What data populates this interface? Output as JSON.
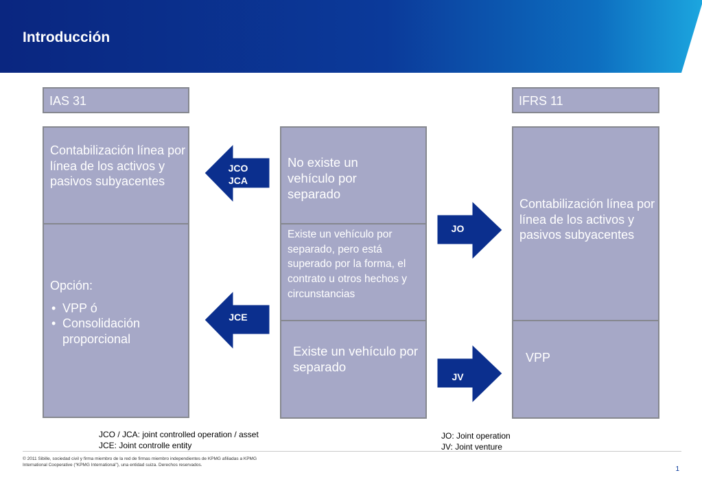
{
  "header": {
    "title": "Introducción"
  },
  "columns": {
    "left_title": "IAS 31",
    "right_title": "IFRS 11"
  },
  "left": {
    "top_text": "Contabilización línea por línea de los activos y pasivos subyacentes",
    "option_title": "Opción:",
    "options": [
      "VPP ó",
      "Consolidación proporcional"
    ]
  },
  "middle": {
    "top_text": "No existe un vehículo por separado",
    "mid_text": "Existe un vehículo por separado, pero está superado por la forma, el contrato u otros hechos y circunstancias",
    "bottom_text": "Existe un vehículo por separado"
  },
  "right": {
    "top_text": "Contabilización línea por línea de los activos y pasivos subyacentes",
    "bottom_text": "VPP"
  },
  "arrows": {
    "jco_line1": "JCO",
    "jco_line2": "JCA",
    "jce": "JCE",
    "jo": "JO",
    "jv": "JV"
  },
  "notes": {
    "left_line1": "JCO / JCA: joint controlled operation / asset",
    "left_line2": "JCE: Joint controlle entity",
    "right_line1": "JO: Joint operation",
    "right_line2": "JV: Joint venture"
  },
  "footer": {
    "copyright_line1": "© 2011 Sibille, sociedad civil y firma miembro de la red de firmas miembro independientes de KPMG afiliadas a KPMG",
    "copyright_line2": "International Cooperative (“KPMG International”), una entidad suiza. Derechos reservados.",
    "page_number": "1"
  },
  "colors": {
    "header_dark": "#0a2a8c",
    "header_light": "#1ca0dc",
    "box_fill": "#a6a8c7",
    "arrow_fill": "#0b2f8e"
  }
}
